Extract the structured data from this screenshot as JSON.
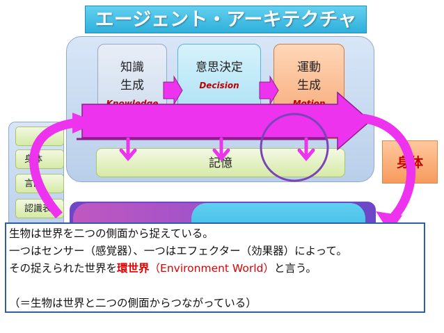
{
  "title": "エージェント・アーキテクチャ",
  "modules": {
    "knowledge": {
      "line1": "知識",
      "line2": "生成",
      "en": "Knowledge"
    },
    "decision": {
      "line1": "意思決定",
      "line2": "",
      "en": "Decision"
    },
    "motion": {
      "line1": "運動",
      "line2": "生成",
      "en": "Motion"
    }
  },
  "memory": "記憶",
  "side_items": [
    "身体",
    "言語",
    "認識表"
  ],
  "body_label": "身体",
  "text": {
    "line1": "生物は世界を二つの側面から捉えている。",
    "line2": "一つはセンサー（感覚器）、一つはエフェクター（効果器）によって。",
    "line3_pre": "その捉えられた世界を",
    "line3_red": "環世界",
    "line3_mid": "（Environment World）",
    "line3_post": "と言う。",
    "line4": "（＝生物は世界と二つの側面からつながっている）"
  },
  "colors": {
    "arrow": "#ee33ee",
    "arrow_edge": "#8b1e8b",
    "ellipse": "#7a44b8",
    "highlight": "#e00000"
  }
}
